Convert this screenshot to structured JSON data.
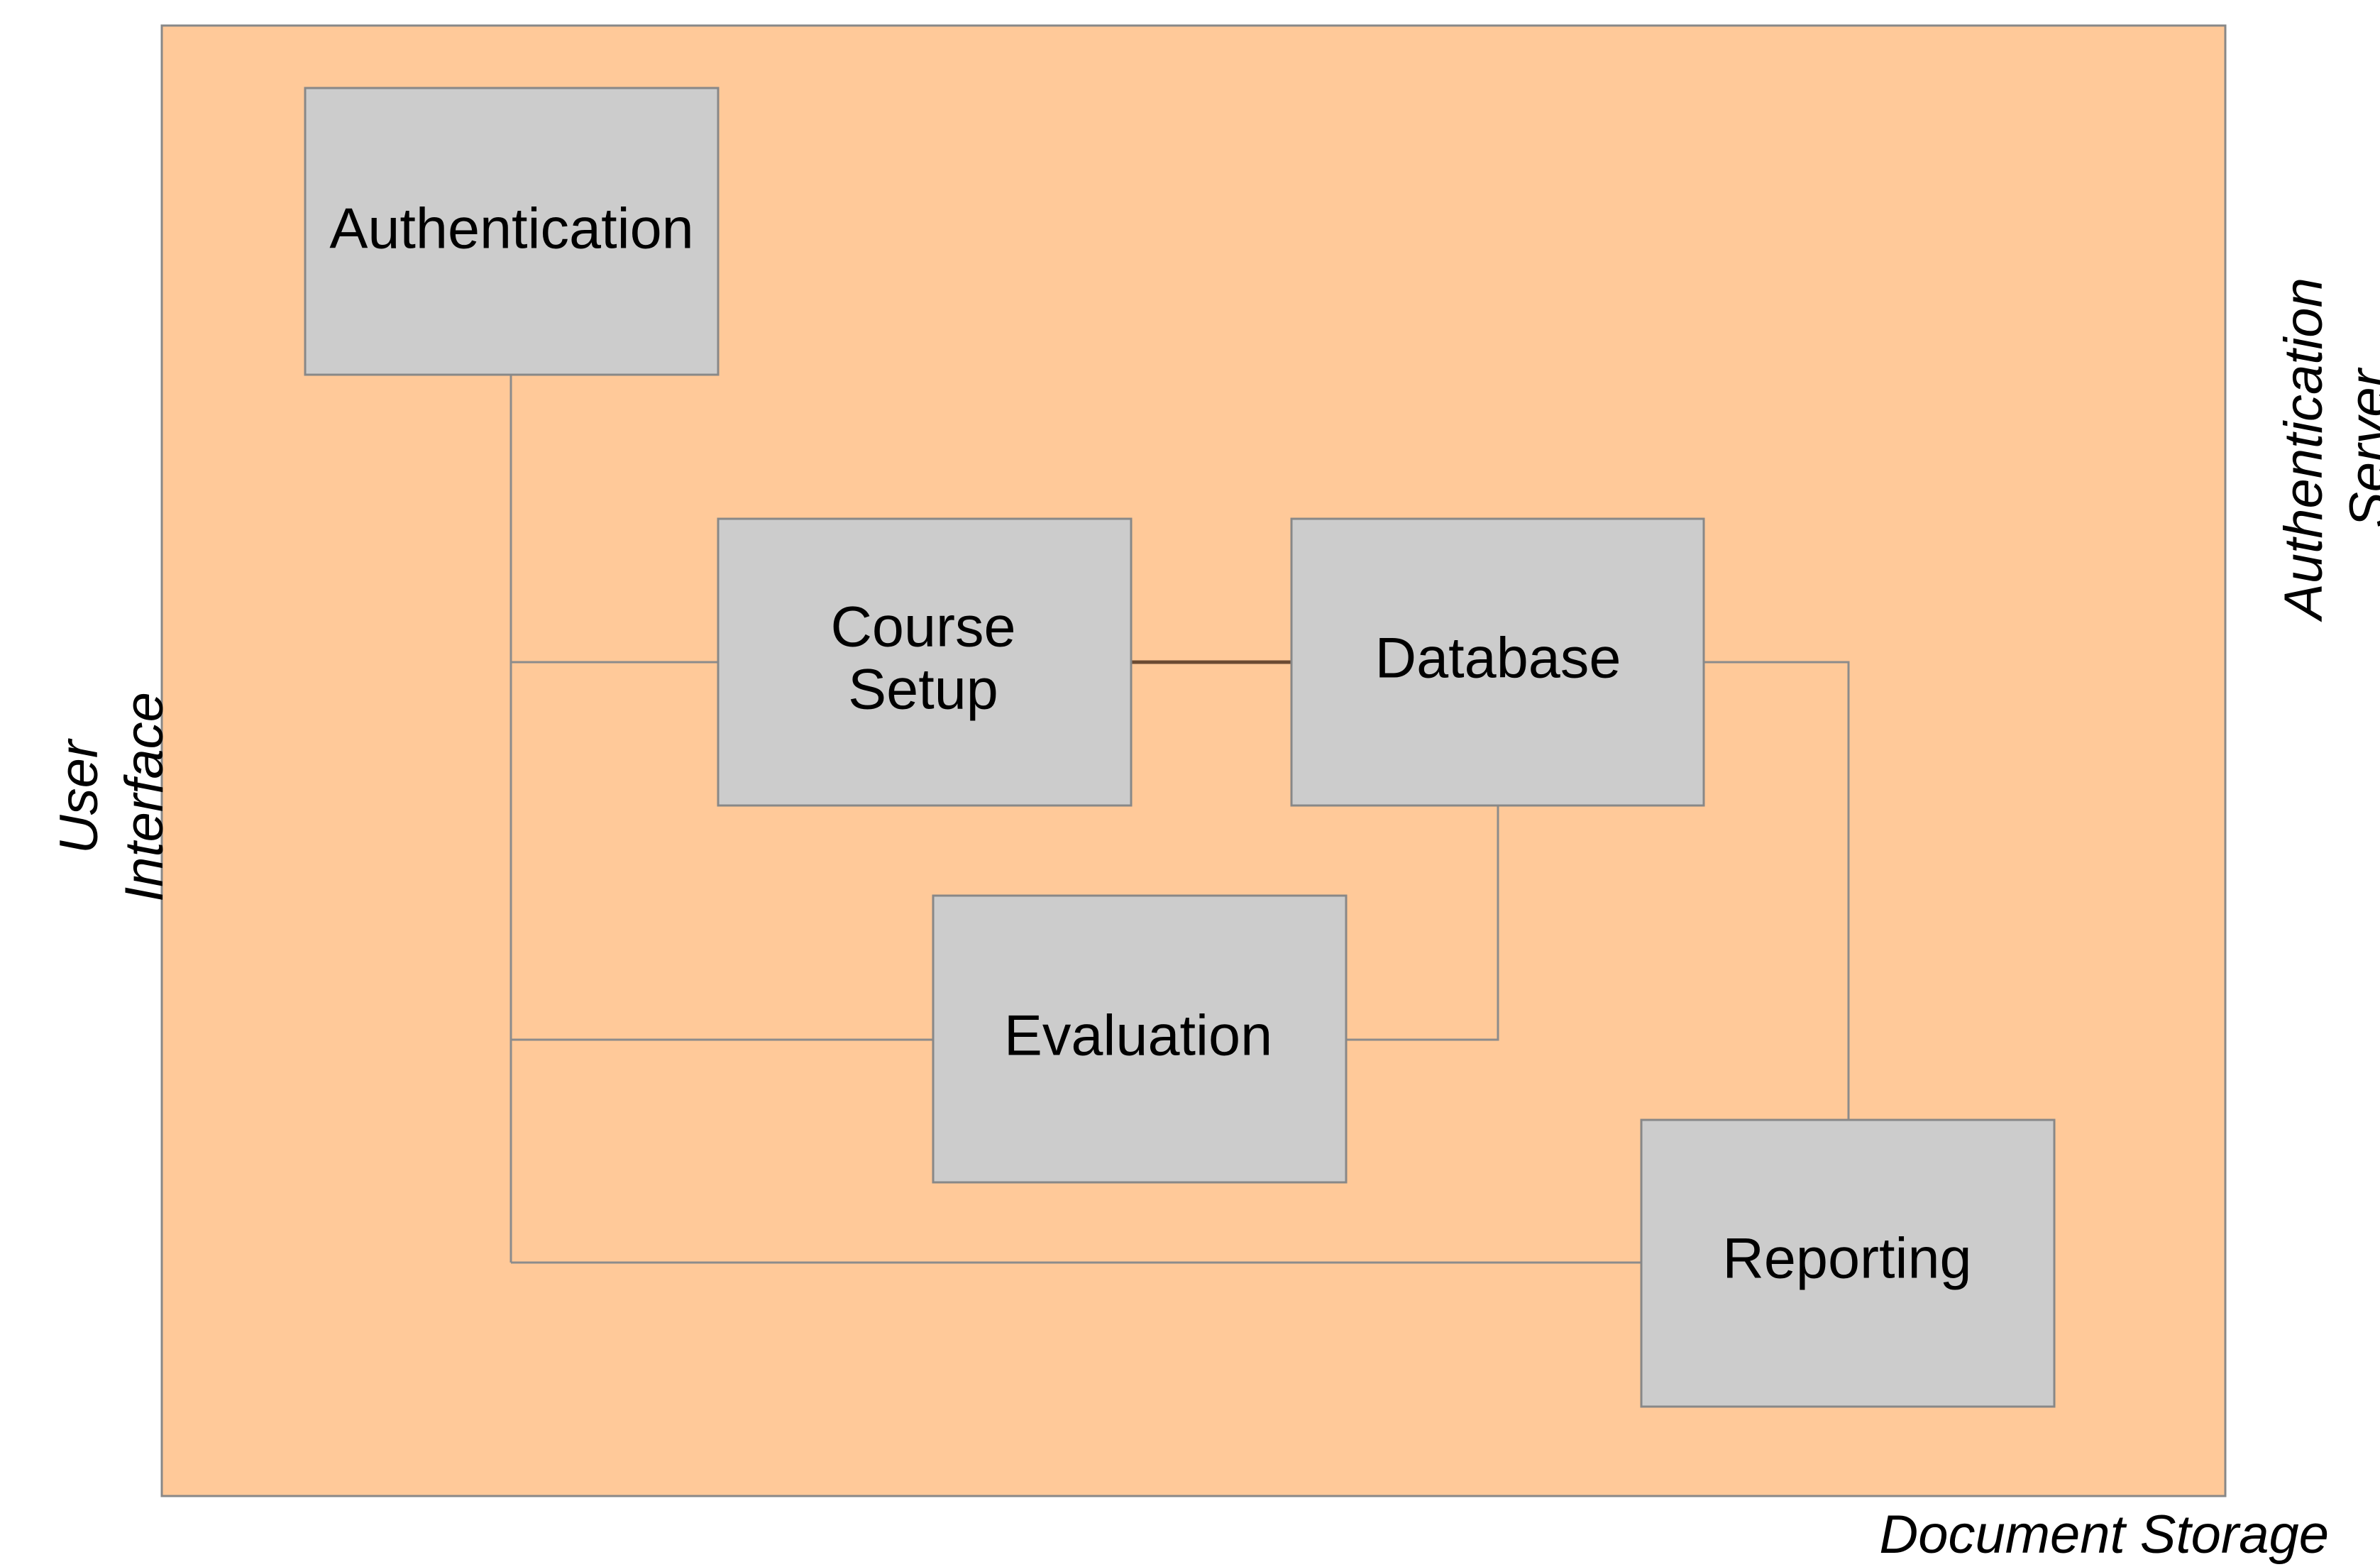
{
  "colors": {
    "system_fill": "#FFC999",
    "system_border": "#888888",
    "module_fill": "#CCCCCC",
    "module_border": "#888888",
    "connector": "#8C8C8C",
    "connector_dark": "#6B4A32"
  },
  "modules": {
    "authentication": {
      "label": "Authentication"
    },
    "course_setup": {
      "line1": "Course",
      "line2": "Setup"
    },
    "database": {
      "label": "Database"
    },
    "evaluation": {
      "label": "Evaluation"
    },
    "reporting": {
      "label": "Reporting"
    }
  },
  "external": {
    "user_interface": {
      "line1": "User",
      "line2": "Interface"
    },
    "authentication_server": {
      "line1": "Authentication",
      "line2": "Server"
    },
    "document_storage": {
      "label": "Document Storage"
    }
  }
}
